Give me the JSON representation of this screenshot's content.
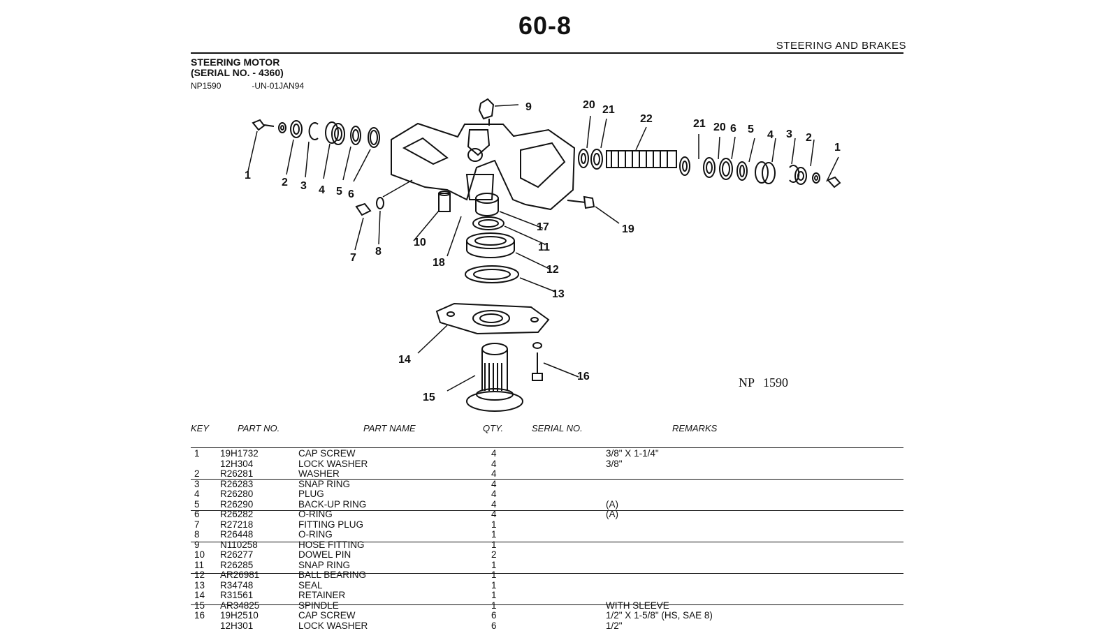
{
  "page": {
    "number": "60-8",
    "section": "STEERING AND BRAKES",
    "figure_title_line1": "STEERING MOTOR",
    "figure_title_line2": "(SERIAL NO. - 4360)",
    "figure_code": "NP1590",
    "figure_date": "-UN-01JAN94",
    "diagram_label_prefix": "NP",
    "diagram_label_number": "1590"
  },
  "callouts": [
    "1",
    "2",
    "3",
    "4",
    "5",
    "6",
    "7",
    "8",
    "9",
    "10",
    "11",
    "12",
    "13",
    "14",
    "15",
    "16",
    "17",
    "18",
    "19",
    "20",
    "21",
    "22",
    "21",
    "20",
    "6",
    "5",
    "4",
    "3",
    "2",
    "1"
  ],
  "table": {
    "headers": {
      "key": "KEY",
      "part_no": "PART NO.",
      "part_name": "PART NAME",
      "qty": "QTY.",
      "serial_no": "SERIAL NO.",
      "remarks": "REMARKS"
    },
    "rows": [
      {
        "key": "1",
        "part_no": "19H1732",
        "part_name": "CAP SCREW",
        "qty": "4",
        "remarks": "3/8\" X 1-1/4\""
      },
      {
        "key": "",
        "part_no": "12H304",
        "part_name": "LOCK WASHER",
        "qty": "4",
        "remarks": "3/8\""
      },
      {
        "key": "2",
        "part_no": "R26281",
        "part_name": "WASHER",
        "qty": "4",
        "remarks": ""
      },
      {
        "key": "3",
        "part_no": "R26283",
        "part_name": "SNAP RING",
        "qty": "4",
        "remarks": ""
      },
      {
        "key": "4",
        "part_no": "R26280",
        "part_name": "PLUG",
        "qty": "4",
        "remarks": ""
      },
      {
        "key": "5",
        "part_no": "R26290",
        "part_name": "BACK-UP RING",
        "qty": "4",
        "remarks": "(A)"
      },
      {
        "key": "6",
        "part_no": "R26282",
        "part_name": "O-RING",
        "qty": "4",
        "remarks": "(A)"
      },
      {
        "key": "7",
        "part_no": "R27218",
        "part_name": "FITTING PLUG",
        "qty": "1",
        "remarks": ""
      },
      {
        "key": "8",
        "part_no": "R26448",
        "part_name": "O-RING",
        "qty": "1",
        "remarks": ""
      },
      {
        "key": "9",
        "part_no": "N110258",
        "part_name": "HOSE FITTING",
        "qty": "1",
        "remarks": ""
      },
      {
        "key": "10",
        "part_no": "R26277",
        "part_name": "DOWEL PIN",
        "qty": "2",
        "remarks": ""
      },
      {
        "key": "11",
        "part_no": "R26285",
        "part_name": "SNAP RING",
        "qty": "1",
        "remarks": ""
      },
      {
        "key": "12",
        "part_no": "AR26981",
        "part_name": "BALL BEARING",
        "qty": "1",
        "remarks": ""
      },
      {
        "key": "13",
        "part_no": "R34748",
        "part_name": "SEAL",
        "qty": "1",
        "remarks": ""
      },
      {
        "key": "14",
        "part_no": "R31561",
        "part_name": "RETAINER",
        "qty": "1",
        "remarks": ""
      },
      {
        "key": "15",
        "part_no": "AR34825",
        "part_name": "SPINDLE",
        "qty": "1",
        "remarks": "WITH SLEEVE"
      },
      {
        "key": "16",
        "part_no": "19H2510",
        "part_name": "CAP SCREW",
        "qty": "6",
        "remarks": "1/2\" X 1-5/8\" (HS, SAE 8)"
      },
      {
        "key": "",
        "part_no": "12H301",
        "part_name": "LOCK WASHER",
        "qty": "6",
        "remarks": "1/2\""
      }
    ]
  }
}
